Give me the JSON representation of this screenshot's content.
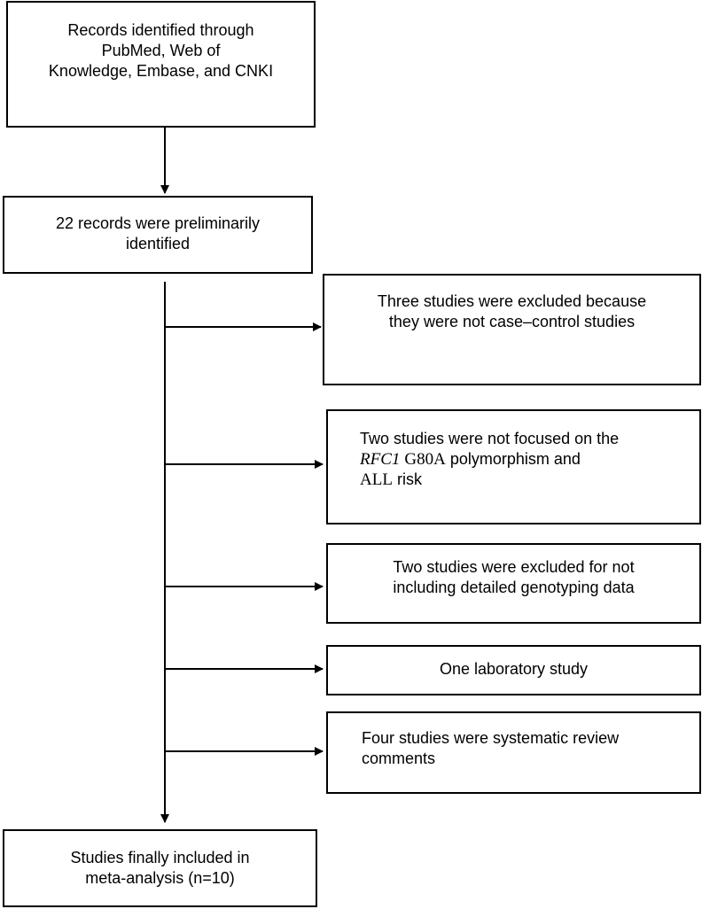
{
  "nodes": {
    "records_source": {
      "lines": [
        "Records identified through",
        "PubMed, Web of",
        "Knowledge, Embase, and CNKI"
      ]
    },
    "preliminary": {
      "lines": [
        "22 records were preliminarily",
        "identified"
      ]
    },
    "excluded_not_case_control": {
      "lines": [
        "Three studies were excluded because",
        "they were not case–control studies"
      ]
    },
    "not_focused": {
      "line1": "Two studies were not focused on the",
      "gene": "RFC1",
      "variant": "G80A",
      "line2_rest": "polymorphism and",
      "gene_disease": "ALL",
      "line3_rest": "risk"
    },
    "no_genotyping": {
      "lines": [
        "Two studies were excluded for not",
        "including detailed genotyping data"
      ]
    },
    "laboratory": {
      "lines": [
        "One laboratory study"
      ]
    },
    "review_comments": {
      "lines": [
        "Four studies were systematic review",
        "comments"
      ]
    },
    "final": {
      "lines": [
        "Studies finally included in",
        "meta-analysis (n=10)"
      ]
    }
  }
}
